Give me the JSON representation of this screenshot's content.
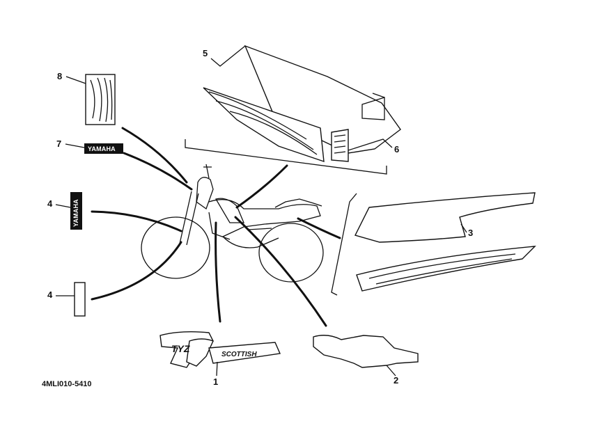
{
  "diagram": {
    "part_code": "4MLI010-5410",
    "callouts": [
      {
        "id": "1",
        "label": "1"
      },
      {
        "id": "2",
        "label": "2"
      },
      {
        "id": "3",
        "label": "3"
      },
      {
        "id": "4a",
        "label": "4"
      },
      {
        "id": "4b",
        "label": "4"
      },
      {
        "id": "5",
        "label": "5"
      },
      {
        "id": "6",
        "label": "6"
      },
      {
        "id": "7",
        "label": "7"
      },
      {
        "id": "8",
        "label": "8"
      }
    ],
    "badges": {
      "yamaha_horizontal": "YAMAHA",
      "yamaha_vertical": "YAMAHA",
      "tyz_logo_text": "TYZ",
      "scottish_text": "SCOTTISH"
    }
  }
}
